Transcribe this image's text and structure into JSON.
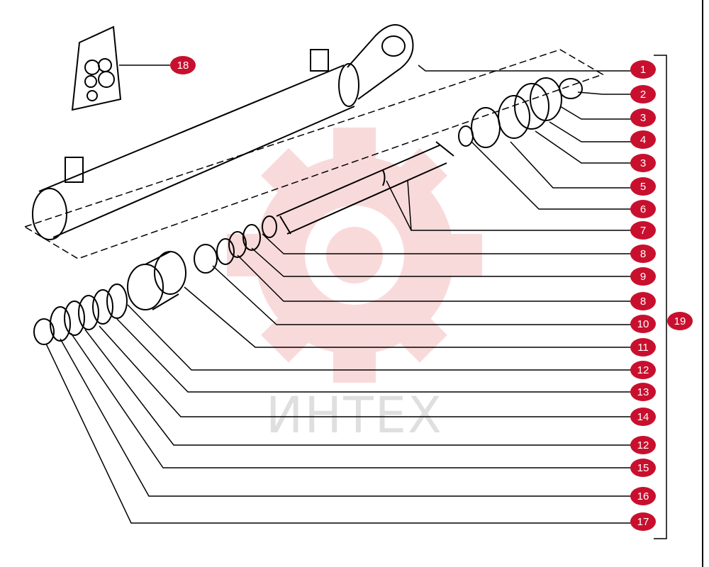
{
  "watermark": {
    "text": "ИНТЕХ"
  },
  "callouts": [
    "1",
    "2",
    "3",
    "4",
    "3",
    "5",
    "6",
    "7",
    "8",
    "9",
    "8",
    "10",
    "11",
    "12",
    "13",
    "14",
    "12",
    "15",
    "16",
    "17",
    "18",
    "19"
  ],
  "colors": {
    "callout": "#c8102e",
    "line": "#000000",
    "watermark": "#e23a3a"
  }
}
